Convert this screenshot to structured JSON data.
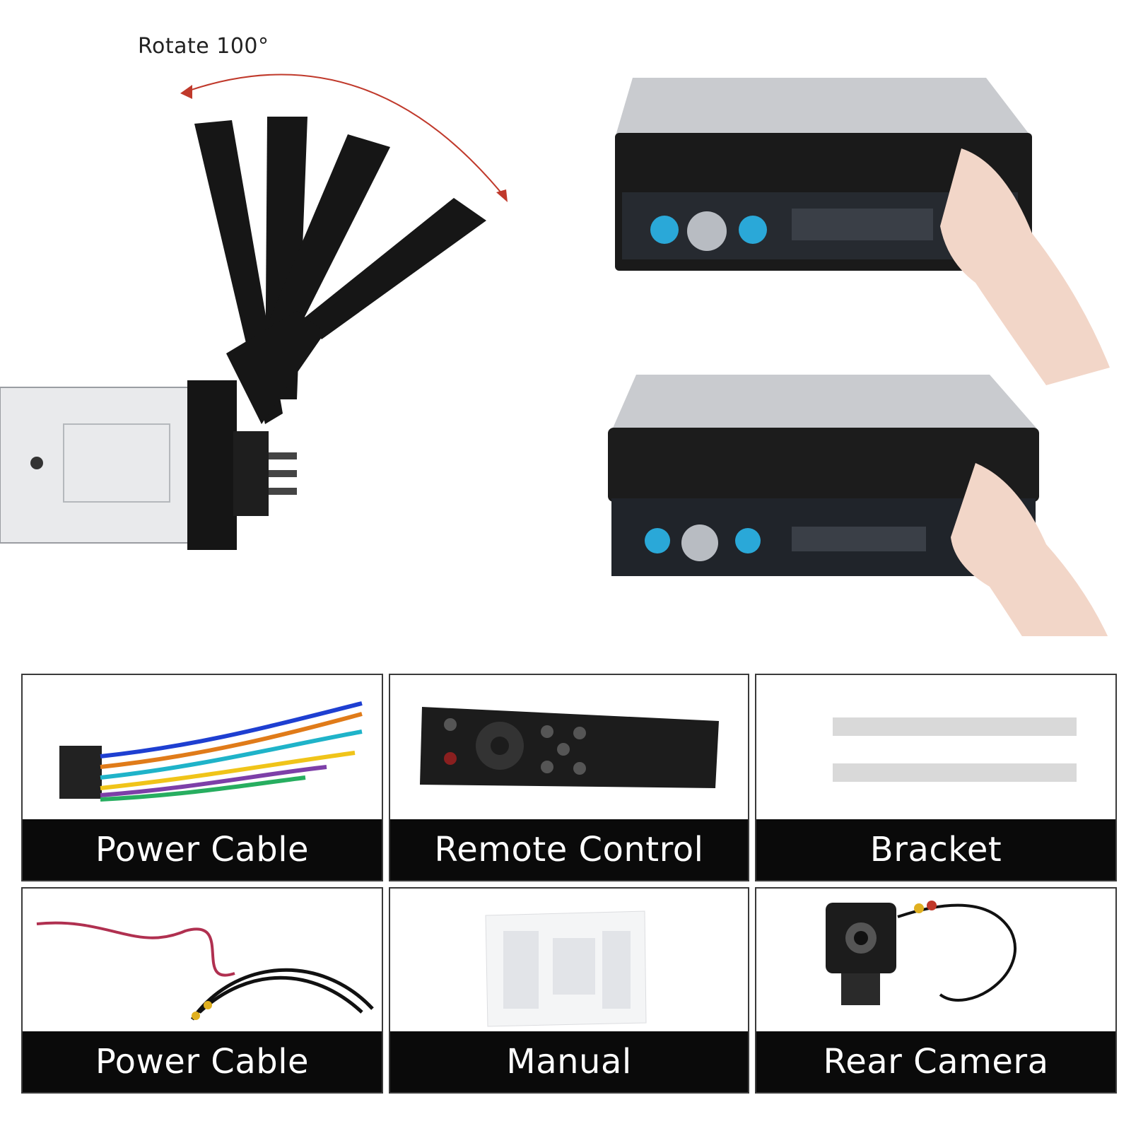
{
  "rotate": {
    "label": "Rotate 100°"
  },
  "accessories": [
    {
      "label": "Power Cable",
      "icon": "power-cable-harness"
    },
    {
      "label": "Remote Control",
      "icon": "remote-control"
    },
    {
      "label": "Bracket",
      "icon": "bracket"
    },
    {
      "label": "Power Cable",
      "icon": "power-cable-wires"
    },
    {
      "label": "Manual",
      "icon": "manual"
    },
    {
      "label": "Rear Camera",
      "icon": "rear-camera"
    }
  ],
  "colors": {
    "accent_red": "#c0392b",
    "bar": "#0a0a0a",
    "display_blue": "#2aa8d8"
  }
}
